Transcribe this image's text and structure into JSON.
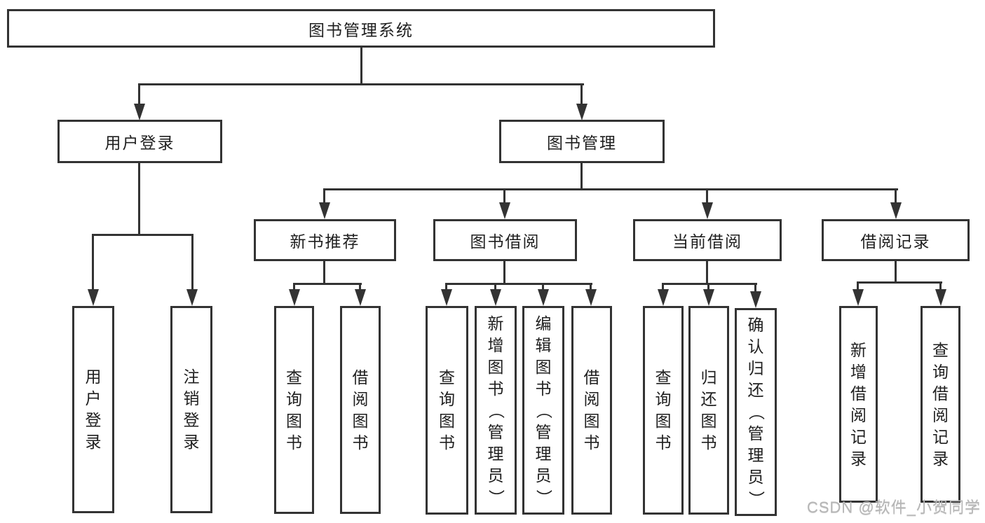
{
  "chart": {
    "root": {
      "label": "图书管理系统"
    },
    "branches": [
      {
        "label": "用户登录",
        "children": [
          {
            "label": "用户登录"
          },
          {
            "label": "注销登录"
          }
        ]
      },
      {
        "label": "图书管理",
        "groups": [
          {
            "label": "新书推荐",
            "children": [
              {
                "label": "查询图书"
              },
              {
                "label": "借阅图书"
              }
            ]
          },
          {
            "label": "图书借阅",
            "children": [
              {
                "label": "查询图书"
              },
              {
                "label": "新增图书（管理员）"
              },
              {
                "label": "编辑图书（管理员）"
              },
              {
                "label": "借阅图书"
              }
            ]
          },
          {
            "label": "当前借阅",
            "children": [
              {
                "label": "查询图书"
              },
              {
                "label": "归还图书"
              },
              {
                "label": "确认归还（管理员）"
              }
            ]
          },
          {
            "label": "借阅记录",
            "children": [
              {
                "label": "新增借阅记录"
              },
              {
                "label": "查询借阅记录"
              }
            ]
          }
        ]
      }
    ]
  },
  "watermark": {
    "text": "CSDN @软件_小贺同学",
    "color": "#b6b6b6"
  },
  "colors": {
    "line": "#333333",
    "text": "#1f1f1f",
    "background": "#ffffff"
  }
}
